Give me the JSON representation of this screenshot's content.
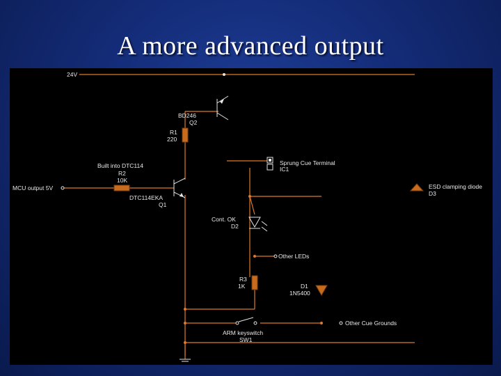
{
  "slide": {
    "title": "A more advanced output"
  },
  "schematic": {
    "supply_label": "24V",
    "q2": {
      "part": "BD246",
      "ref": "Q2"
    },
    "r1": {
      "ref": "R1",
      "value": "220"
    },
    "r2": {
      "note": "Built into DTC114",
      "ref": "R2",
      "value": "10K"
    },
    "q1": {
      "part": "DTC114EKA",
      "ref": "Q1"
    },
    "input_label": "MCU output 5V",
    "terminal": {
      "name": "Sprung Cue Terminal",
      "ref": "IC1"
    },
    "esd": {
      "name": "ESD clamping diode",
      "ref": "D3"
    },
    "led": {
      "name": "Cont. OK",
      "ref": "D2"
    },
    "other_leds": "Other LEDs",
    "r3": {
      "ref": "R3",
      "value": "1K"
    },
    "d1": {
      "ref": "D1",
      "part": "1N5400"
    },
    "switch": {
      "name": "ARM keyswitch",
      "ref": "SW1"
    },
    "grounds_label": "Other Cue Grounds"
  },
  "colors": {
    "wire": "#e07a2a",
    "background_blue": "#142c78",
    "component_body": "#c96b1c"
  }
}
